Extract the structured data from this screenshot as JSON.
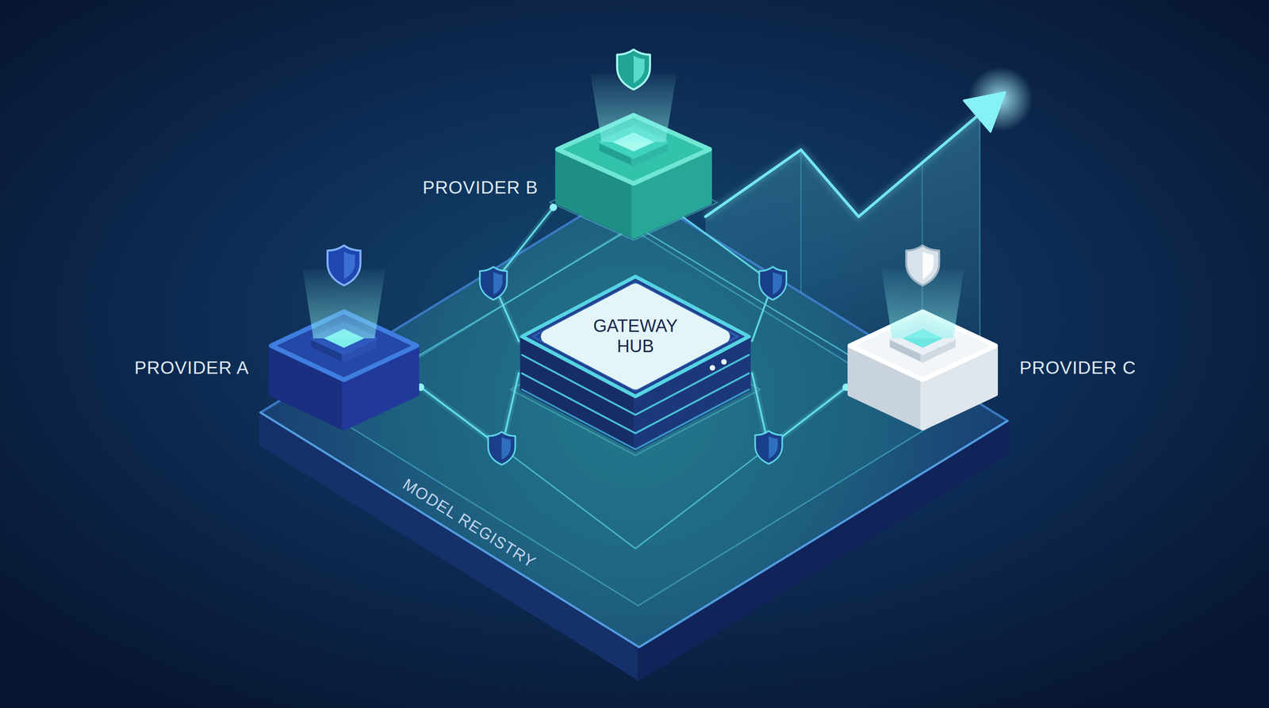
{
  "diagram": {
    "nodes": [
      {
        "text": [
          "MODEL REGISTRY"
        ]
      },
      {
        "text": [
          "PROVIDER B"
        ],
        "in": 0
      },
      {
        "text": [
          "PROVIDER A"
        ],
        "in": 0
      },
      {
        "text": [
          "GATEWAY HUB"
        ],
        "in": 0
      },
      {
        "text": [
          "PROVIDER C"
        ],
        "in": 0
      }
    ],
    "edges": [
      {
        "from": 3,
        "to": 1,
        "arrow": "none"
      },
      {
        "from": 3,
        "to": 2,
        "arrow": "none"
      },
      {
        "from": 3,
        "to": 4,
        "arrow": "none"
      }
    ]
  }
}
